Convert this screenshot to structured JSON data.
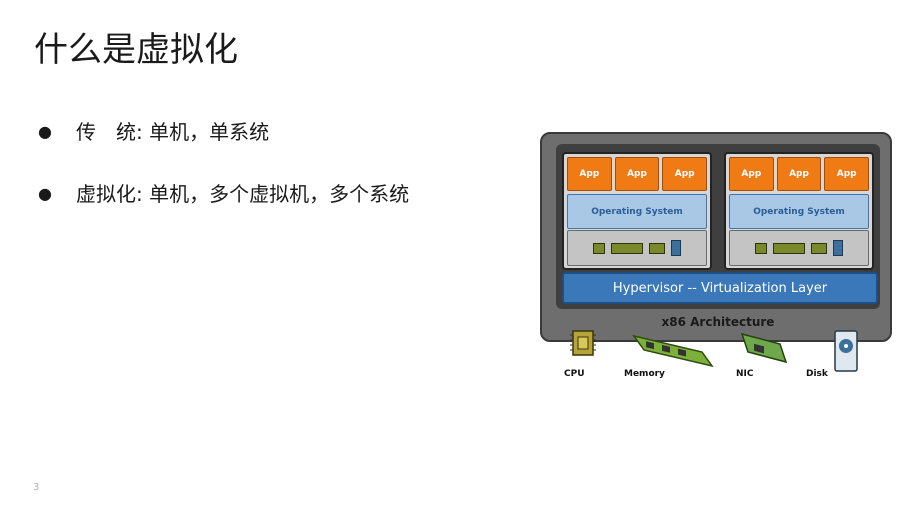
{
  "slide": {
    "title": "什么是虚拟化",
    "bullets": [
      "传　统: 单机，单系统",
      "虚拟化: 单机，多个虚拟机，多个系统"
    ],
    "page_number": "3"
  },
  "diagram": {
    "vms": [
      {
        "apps": [
          "App",
          "App",
          "App"
        ],
        "os": "Operating System"
      },
      {
        "apps": [
          "App",
          "App",
          "App"
        ],
        "os": "Operating System"
      }
    ],
    "hypervisor": "Hypervisor -- Virtualization Layer",
    "architecture": "x86 Architecture",
    "hardware": [
      "CPU",
      "Memory",
      "NIC",
      "Disk"
    ],
    "colors": {
      "app": "#f07a14",
      "os": "#a9c8e6",
      "hypervisor": "#3a78ba",
      "frame": "#6e6e6e"
    }
  }
}
